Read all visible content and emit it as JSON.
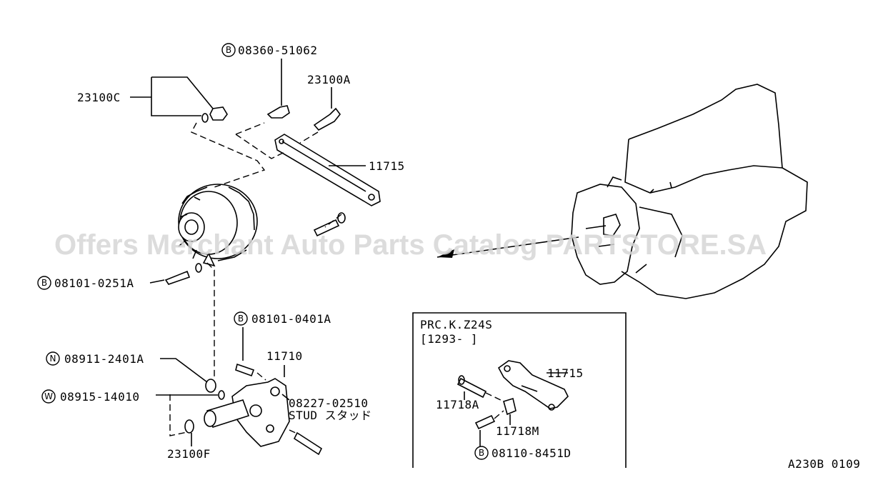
{
  "watermark": "Offers Merchant Auto Parts Catalog PARTSTORE.SA",
  "drawing_code": "A230B 0109",
  "callouts": {
    "bolt_top": {
      "prefix": "B",
      "number": "08360-51062"
    },
    "bolt_side": {
      "prefix": "B",
      "number": "08101-0251A"
    },
    "bolt_lower": {
      "prefix": "B",
      "number": "08101-0401A"
    },
    "nut": {
      "prefix": "N",
      "number": "08911-2401A"
    },
    "washer": {
      "prefix": "W",
      "number": "08915-14010"
    },
    "inset_bolt": {
      "prefix": "B",
      "number": "08110-8451D"
    }
  },
  "labels": {
    "p23100c": "23100C",
    "p23100a": "23100A",
    "p11715": "11715",
    "p11710": "11710",
    "p08227": "08227-02510",
    "stud": "STUD スタッド",
    "p23100f": "23100F"
  },
  "inset": {
    "title": "PRC.K.Z24S",
    "range": "[1293-      ]",
    "p11715": "11715",
    "p11718a": "11718A",
    "p11718m": "11718M"
  }
}
